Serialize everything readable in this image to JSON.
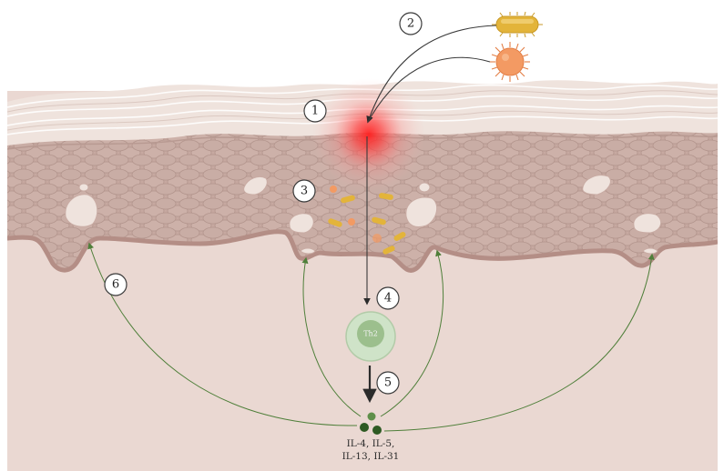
{
  "steps": [
    "1",
    "2",
    "3",
    "4",
    "5",
    "6"
  ],
  "th2_label": "Th2",
  "cytokines": [
    "IL-4, IL-5,",
    "IL-13, IL-31"
  ],
  "colors": {
    "dermis": "#ead8d2",
    "epidermis": "#c9aca4",
    "stratum_corneum": "#efe3dd",
    "basement_membrane": "#b48e86",
    "inflammation": "#ff2a2a",
    "bacteria": "#e3b43a",
    "staph": "#f39a63",
    "th2_outer": "#cfe3c8",
    "th2_inner": "#9cbf8d",
    "cytokine": "#2e5a23",
    "feedback_arrow": "#4f7f3a"
  },
  "icons": [
    "rod-bacterium-icon",
    "coccus-bacterium-icon",
    "th2-cell-icon",
    "cytokine-granule-icon"
  ]
}
